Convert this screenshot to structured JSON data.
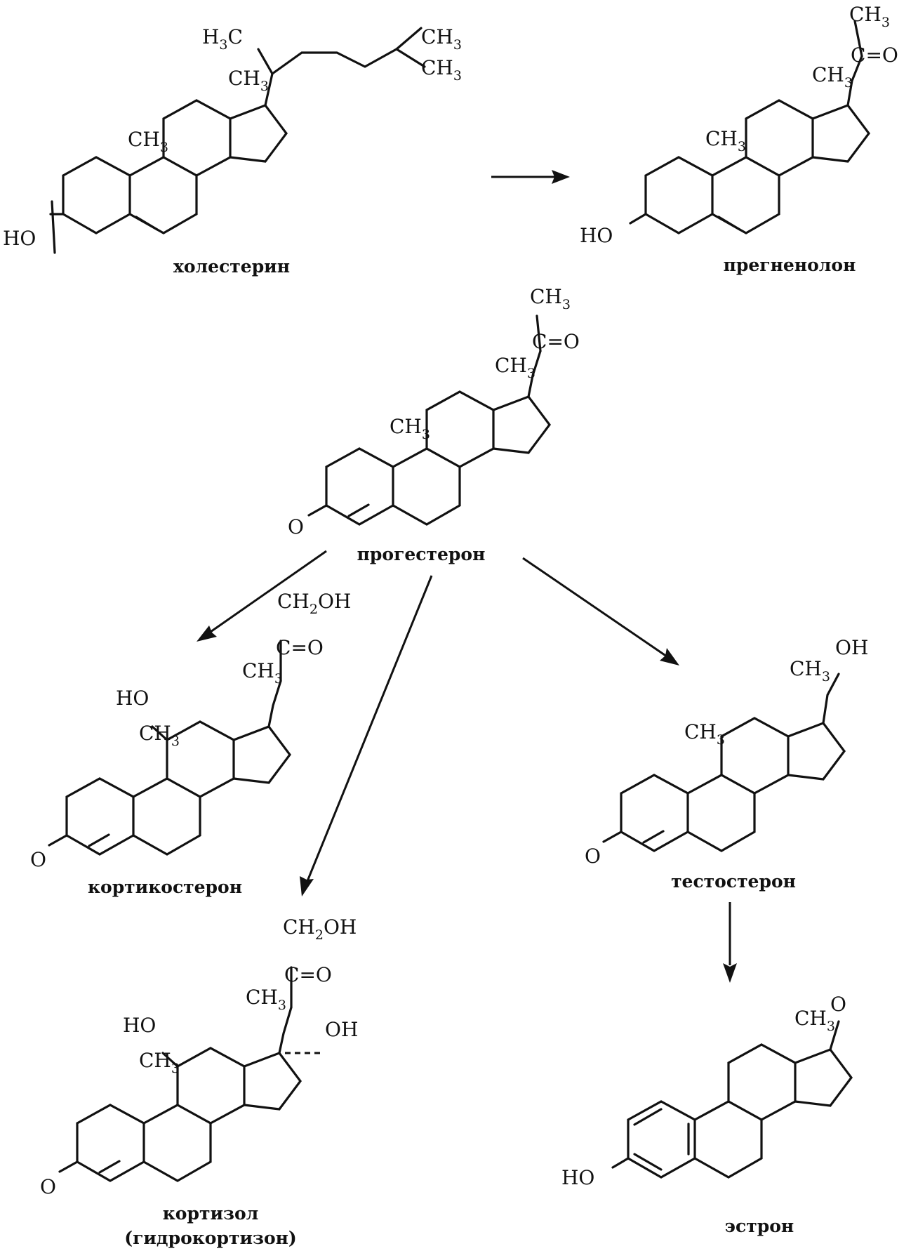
{
  "compounds": {
    "cholesterol": {
      "name": "холестерин"
    },
    "pregnenolone": {
      "name": "прегненолон"
    },
    "progesterone": {
      "name": "прогестерон"
    },
    "corticosterone": {
      "name": "кортикостерон"
    },
    "testosterone": {
      "name": "тестостерон"
    },
    "cortisol": {
      "name": "кортизол",
      "alt_name": "(гидрокортизон)"
    },
    "estrone": {
      "name": "эстрон"
    }
  },
  "atoms": {
    "ho": "HO",
    "oh": "OH",
    "o": "O",
    "ch3_main": "CH",
    "ch3_sub": "3",
    "h3c_main": "H",
    "h3c_sub": "3",
    "h3c_tail": "C",
    "carbonyl_c": "C",
    "carbonyl_o": "=O",
    "ch2oh_a": "CH",
    "ch2oh_sub": "2",
    "ch2oh_b": "OH",
    "dash_oh": "OH"
  }
}
